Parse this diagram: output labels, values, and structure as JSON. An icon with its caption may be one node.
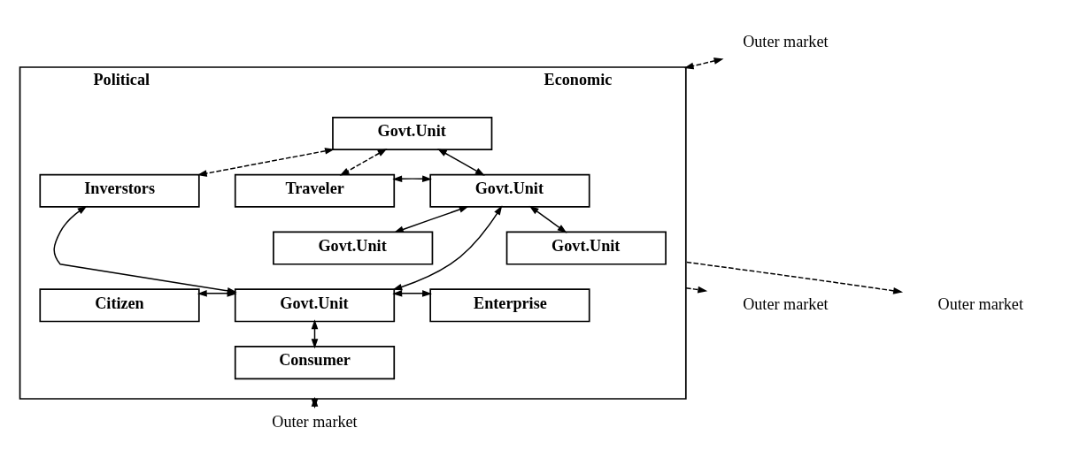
{
  "diagram": {
    "nodes": [
      {
        "text": [
          "Political",
          "Economic"
        ]
      },
      {
        "text": [
          "Govt.Unit"
        ],
        "in": 0
      },
      {
        "text": [
          "Traveler"
        ],
        "in": 0
      },
      {
        "text": [
          "Govt.Unit"
        ],
        "in": 0
      },
      {
        "text": [
          "Inverstors"
        ],
        "in": 0
      },
      {
        "text": [
          "Govt.Unit"
        ],
        "in": 0
      },
      {
        "text": [
          "Govt.Unit"
        ],
        "in": 0
      },
      {
        "text": [
          "Citizen"
        ],
        "in": 0
      },
      {
        "text": [
          "Govt.Unit"
        ],
        "in": 0
      },
      {
        "text": [
          "Enterprise"
        ],
        "in": 0
      },
      {
        "text": [
          "Consumer"
        ],
        "in": 0
      }
    ],
    "edges": [
      {
        "from": 1,
        "to": 2,
        "arrow": "both",
        "style": "dashed"
      },
      {
        "from": 1,
        "to": 4,
        "arrow": "both",
        "style": "dashed"
      },
      {
        "from": 1,
        "to": 3,
        "arrow": "both"
      },
      {
        "from": 2,
        "to": 3,
        "arrow": "both"
      },
      {
        "from": 5,
        "to": 3,
        "arrow": "both"
      },
      {
        "from": 3,
        "to": 6,
        "arrow": "both"
      },
      {
        "from": 4,
        "to": 8,
        "arrow": "both"
      },
      {
        "from": 3,
        "to": 8,
        "arrow": "both"
      },
      {
        "from": 7,
        "to": 8,
        "arrow": "both"
      },
      {
        "from": 9,
        "to": 8,
        "arrow": "both"
      },
      {
        "from": 8,
        "to": 10,
        "arrow": "both"
      }
    ],
    "labels": [
      "Outer market",
      "Outer market",
      "Outer market",
      "Outer market"
    ]
  }
}
